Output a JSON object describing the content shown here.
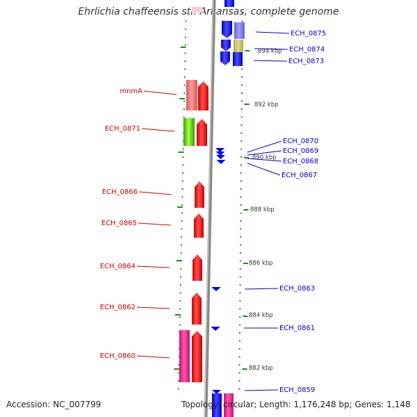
{
  "title": "Ehrlichia chaffeensis str. Arkansas, complete genome",
  "accession_text": "Accession: NC_007799",
  "topology_text": "Topology: circular; Length: 1,176,248 bp; Genes: 1,148",
  "colors": {
    "backbone": "#8a8a8a",
    "ticks": "#1a8a1a",
    "reverse_label": "#cc0000",
    "forward_label": "#0000cc",
    "red_gene": "#ff0000",
    "blue_gene": "#0000ff"
  },
  "scale_labels": [
    {
      "kbp": 894,
      "text": "894 kbp"
    },
    {
      "kbp": 892,
      "text": "892 kbp"
    },
    {
      "kbp": 890,
      "text": "890 kbp"
    },
    {
      "kbp": 888,
      "text": "888 kbp"
    },
    {
      "kbp": 886,
      "text": "886 kbp"
    },
    {
      "kbp": 884,
      "text": "884 kbp"
    },
    {
      "kbp": 882,
      "text": "882 kbp"
    }
  ],
  "reverse_genes": [
    {
      "name": "mnmA"
    },
    {
      "name": "ECH_0871"
    },
    {
      "name": "ECH_0866"
    },
    {
      "name": "ECH_0865"
    },
    {
      "name": "ECH_0864"
    },
    {
      "name": "ECH_0862"
    },
    {
      "name": "ECH_0860"
    }
  ],
  "forward_genes": [
    {
      "name": "ECH_0875"
    },
    {
      "name": "ECH_0874"
    },
    {
      "name": "ECH_0873"
    },
    {
      "name": "ECH_0870"
    },
    {
      "name": "ECH_0869"
    },
    {
      "name": "ECH_0868"
    },
    {
      "name": "ECH_0867"
    },
    {
      "name": "ECH_0863"
    },
    {
      "name": "ECH_0861"
    },
    {
      "name": "ECH_0859"
    }
  ]
}
